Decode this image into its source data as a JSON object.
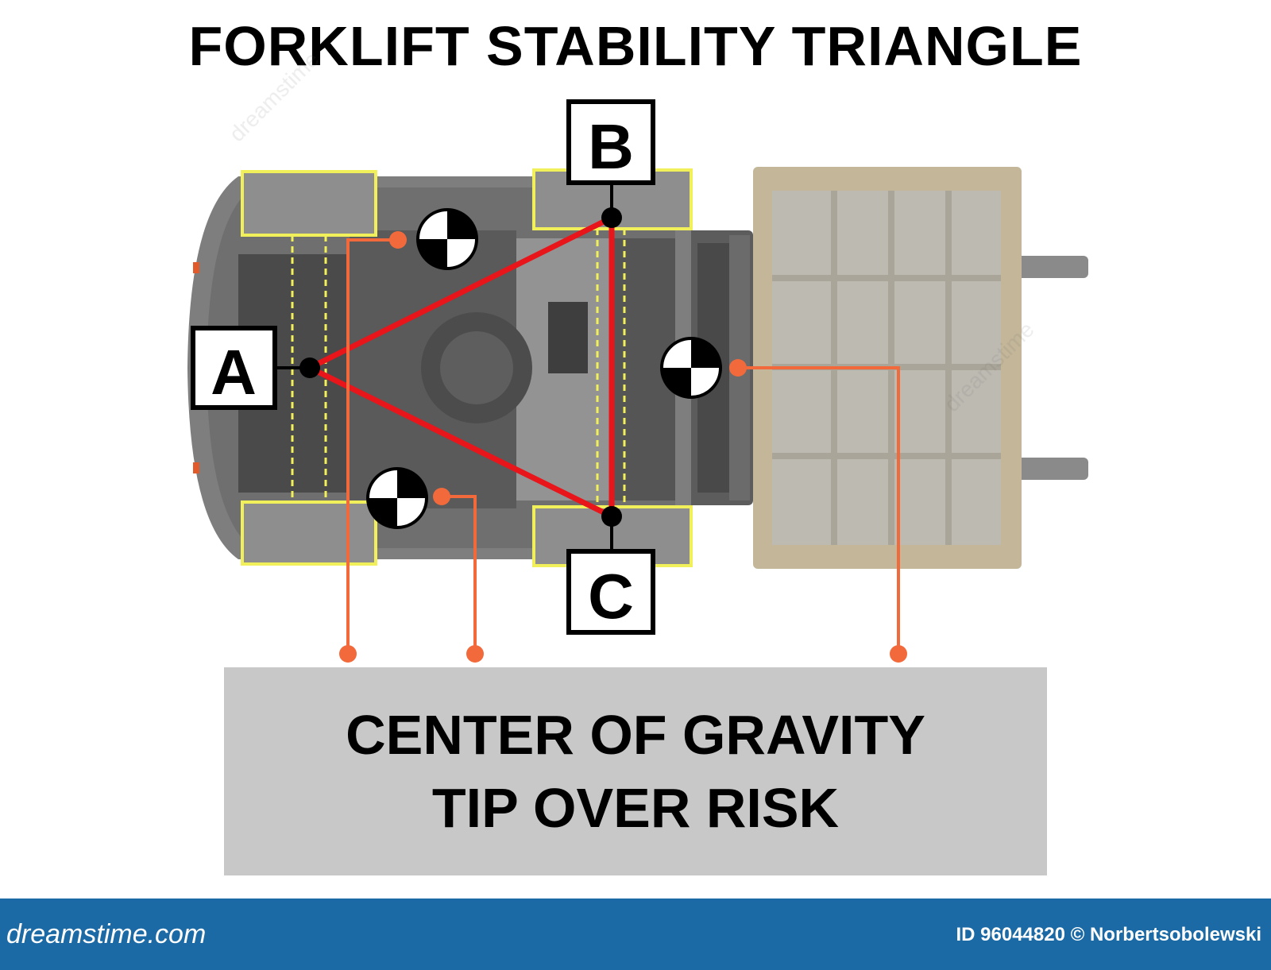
{
  "title": "FORKLIFT STABILITY TRIANGLE",
  "points": {
    "a": "A",
    "b": "B",
    "c": "C"
  },
  "callout": {
    "line1": "CENTER OF GRAVITY",
    "line2": "TIP OVER RISK"
  },
  "footer": {
    "brand": "dreamstime.com",
    "id_text": "ID 96044820 © Norbertsobolewski"
  },
  "watermark": "dreamstime",
  "colors": {
    "triangle": "#e8151b",
    "leader": "#f26a3c",
    "wheel_outline": "#f2f05a",
    "footer_bg": "#1b6aa5",
    "callout_bg": "#c8c8c8",
    "pallet": "#c3b699"
  }
}
